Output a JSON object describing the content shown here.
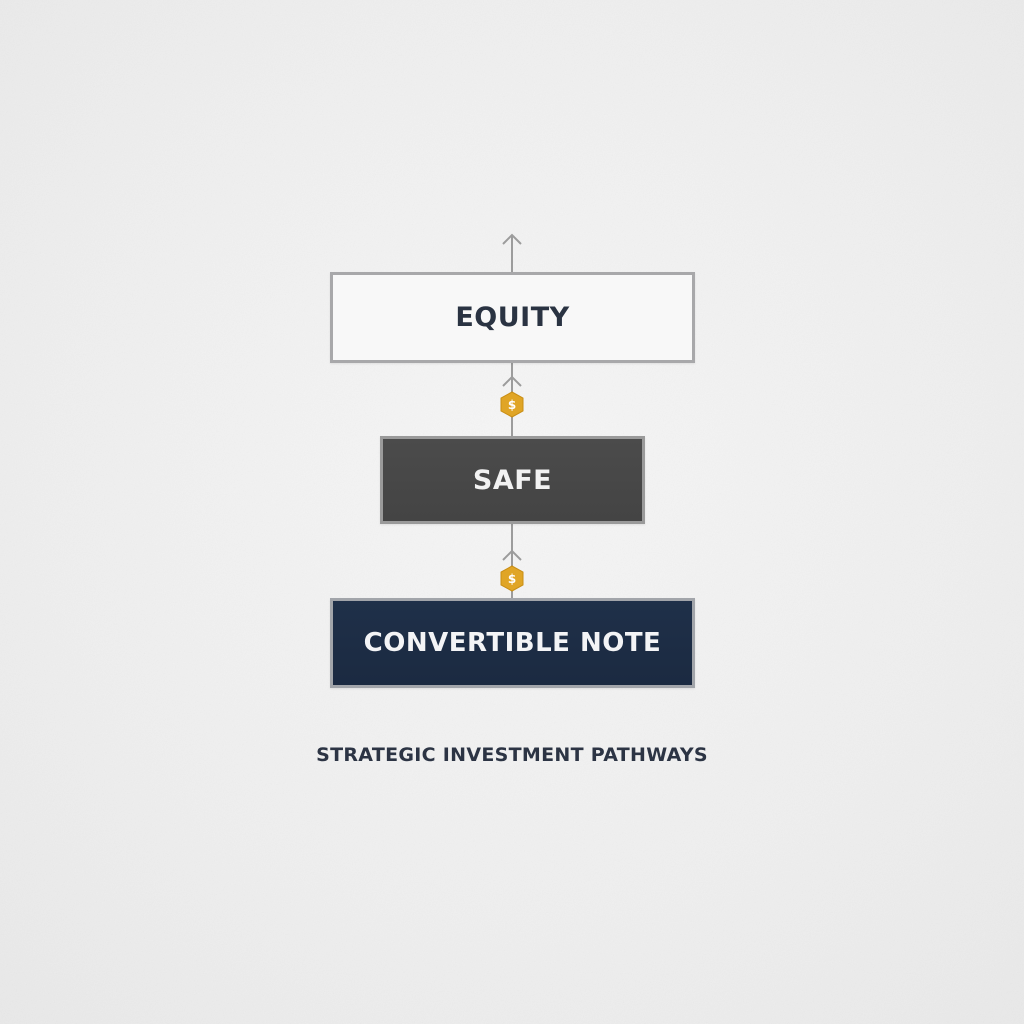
{
  "diagram": {
    "nodes": [
      {
        "id": "equity",
        "label": "EQUITY"
      },
      {
        "id": "safe",
        "label": "SAFE"
      },
      {
        "id": "convertible-note",
        "label": "CONVERTIBLE NOTE"
      }
    ],
    "connectors": [
      {
        "from": "safe",
        "to": "equity",
        "icon": "dollar-coin-icon",
        "symbol": "$"
      },
      {
        "from": "convertible-note",
        "to": "safe",
        "icon": "dollar-coin-icon",
        "symbol": "$"
      }
    ],
    "top_arrow_icon": "arrow-up-icon",
    "caption": "STRATEGIC INVESTMENT PATHWAYS"
  },
  "colors": {
    "background": "#efefef",
    "equity_fill": "#f8f8f8",
    "safe_fill": "#484848",
    "note_fill": "#1d2d45",
    "coin": "#e0a526",
    "line": "#9c9c9c"
  }
}
